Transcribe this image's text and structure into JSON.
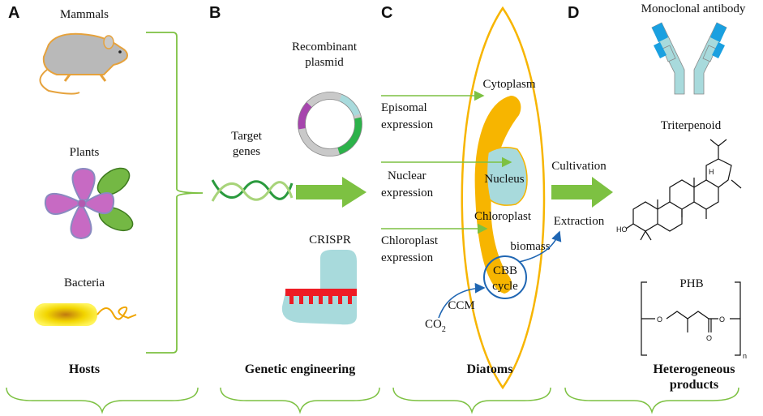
{
  "panels": {
    "a": "A",
    "b": "B",
    "c": "C",
    "d": "D"
  },
  "hosts": {
    "mammals": "Mammals",
    "plants": "Plants",
    "bacteria": "Bacteria",
    "footer": "Hosts"
  },
  "genetic": {
    "recombinant_line1": "Recombinant",
    "recombinant_line2": "plasmid",
    "target_line1": "Target",
    "target_line2": "genes",
    "crispr": "CRISPR",
    "footer": "Genetic engineering"
  },
  "diatoms": {
    "episomal_line1": "Episomal",
    "episomal_line2": "expression",
    "nuclear_line1": "Nuclear",
    "nuclear_line2": "expression",
    "chloroplast_expr_line1": "Chloroplast",
    "chloroplast_expr_line2": "expression",
    "cytoplasm": "Cytoplasm",
    "nucleus": "Nucleus",
    "chloroplast": "Chloroplast",
    "cbb_line1": "CBB",
    "cbb_line2": "cycle",
    "biomass": "biomass",
    "ccm": "CCM",
    "co2": "CO",
    "co2_sub": "2",
    "footer": "Diatoms"
  },
  "products": {
    "cultivation": "Cultivation",
    "extraction": "Extraction",
    "antibody": "Monoclonal antibody",
    "triterpenoid": "Triterpenoid",
    "phb": "PHB",
    "ho": "HO",
    "h": "H",
    "n": "n",
    "o": "O",
    "footer_line1": "Heterogeneous",
    "footer_line2": "products"
  },
  "colors": {
    "green": "#7dc142",
    "dark_green": "#2a9a3e",
    "orange": "#f7b500",
    "cyan": "#a8dadc",
    "blue": "#1f66b3",
    "pink": "#c86bc0",
    "red": "#ee1c25"
  }
}
